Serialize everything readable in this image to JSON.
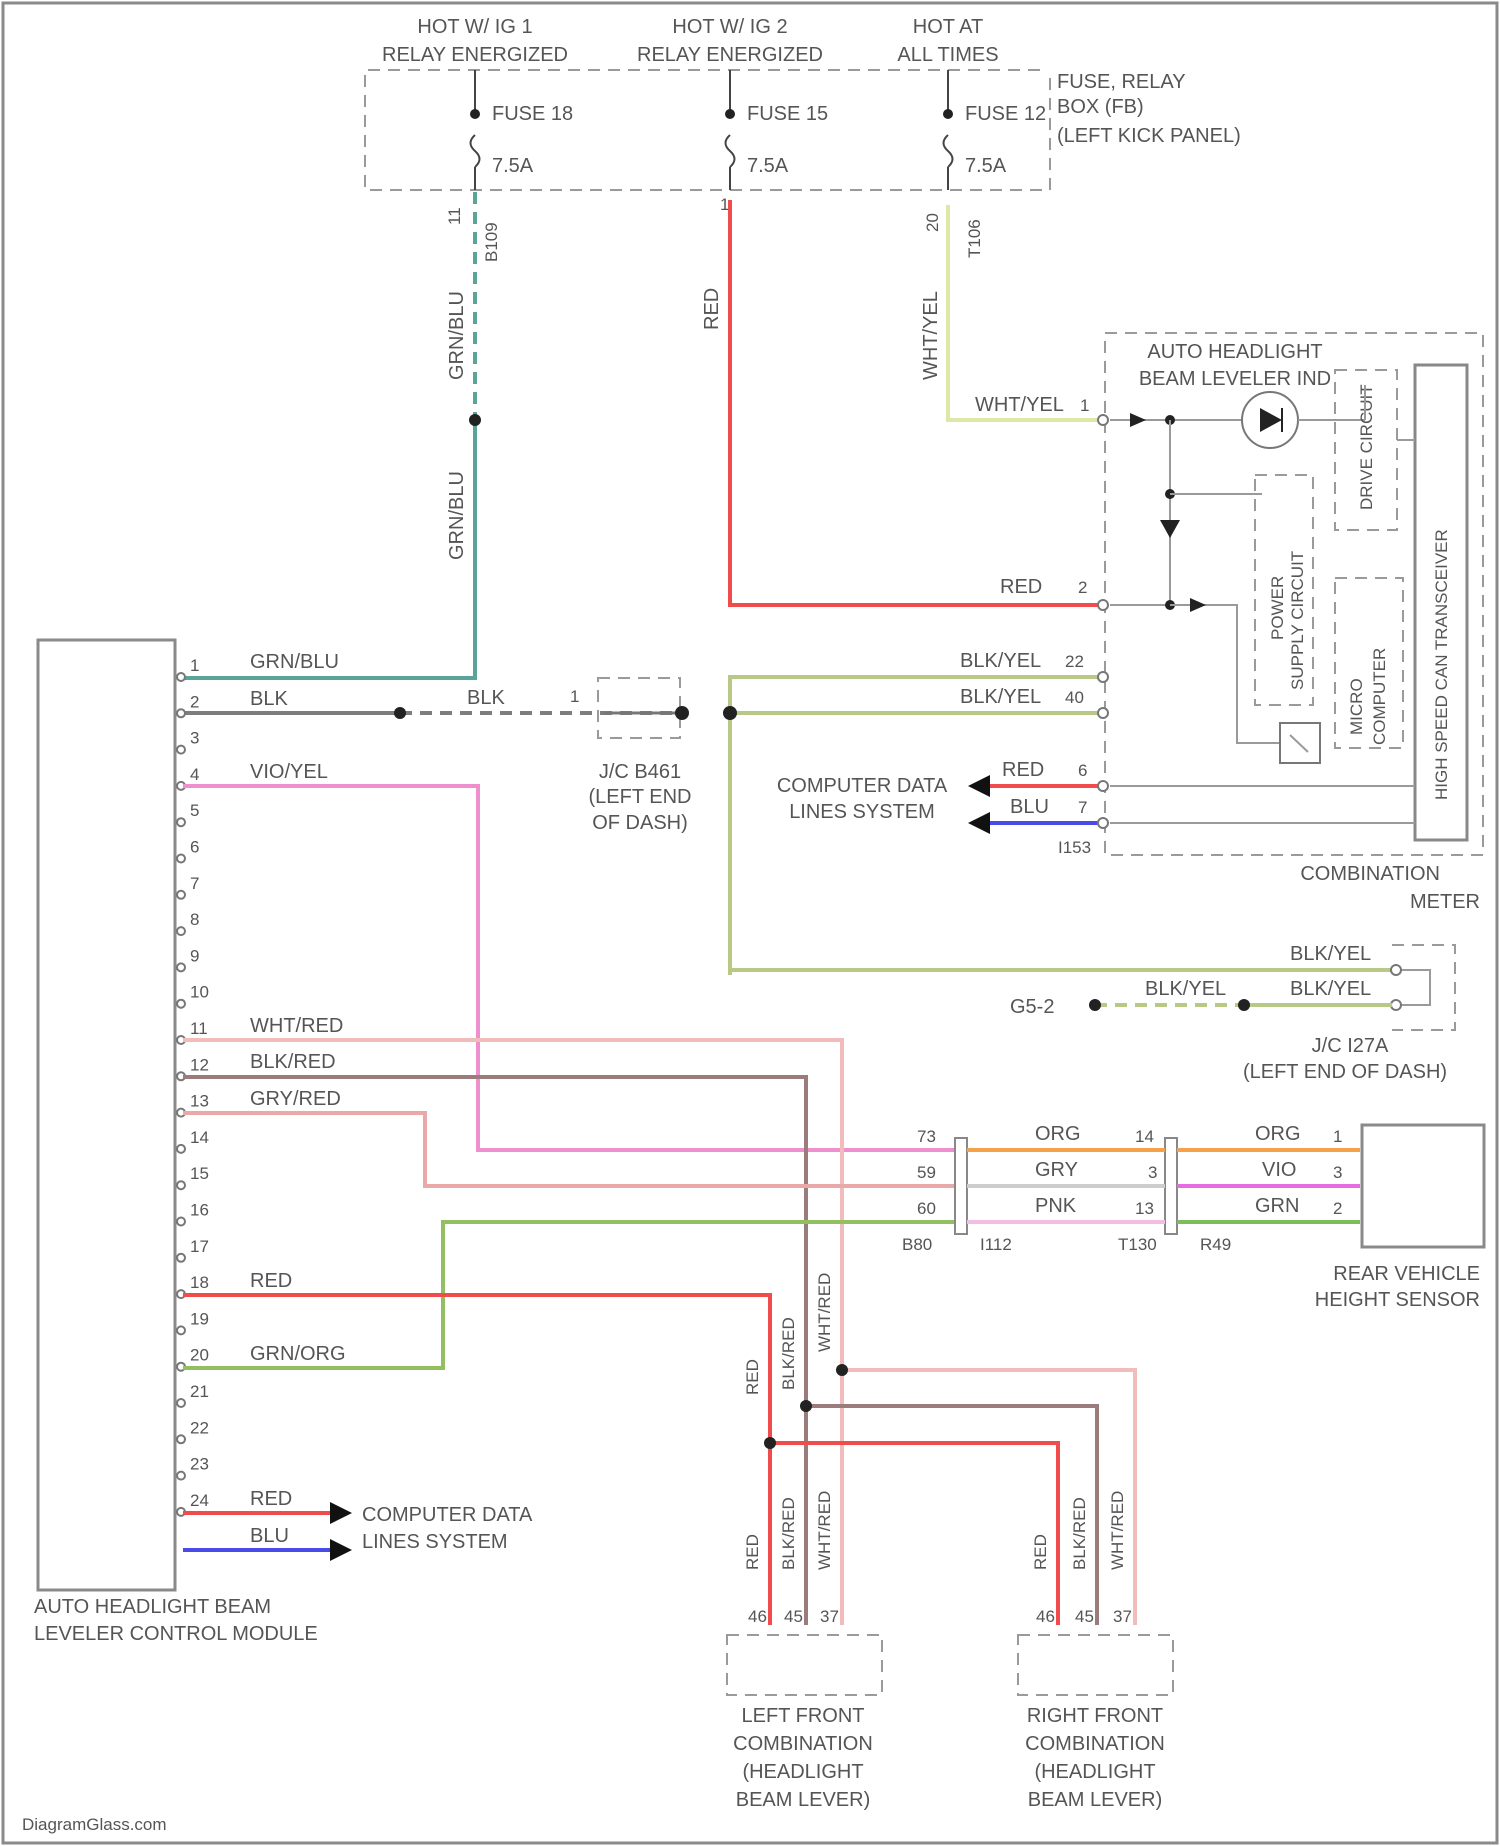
{
  "power": {
    "hot1_line1": "HOT W/ IG 1",
    "hot1_line2": "RELAY ENERGIZED",
    "hot2_line1": "HOT W/ IG 2",
    "hot2_line2": "RELAY ENERGIZED",
    "hot3_line1": "HOT AT",
    "hot3_line2": "ALL TIMES"
  },
  "fuse_box": {
    "line1": "FUSE, RELAY",
    "line2": "BOX (FB)",
    "line3": "(LEFT KICK PANEL)",
    "fuse_a": "FUSE 18",
    "fuse_a_rating": "7.5A",
    "fuse_b": "FUSE 15",
    "fuse_b_rating": "7.5A",
    "fuse_c": "FUSE 12",
    "fuse_c_rating": "7.5A"
  },
  "module": {
    "name_line1": "AUTO HEADLIGHT BEAM",
    "name_line2": "LEVELER CONTROL MODULE",
    "pins": [
      "1",
      "2",
      "3",
      "4",
      "5",
      "6",
      "7",
      "8",
      "9",
      "10",
      "11",
      "12",
      "13",
      "14",
      "15",
      "16",
      "17",
      "18",
      "19",
      "20",
      "21",
      "22",
      "23",
      "24"
    ],
    "pin_wires": {
      "p1": "GRN/BLU",
      "p2": "BLK",
      "p3": "VIO/YEL",
      "p10": "WHT/RED",
      "p11": "BLK/RED",
      "p12": "GRY/RED",
      "p17": "RED",
      "p19": "GRN/ORG",
      "p23": "RED",
      "p24": "BLU"
    },
    "data_lines_line1": "COMPUTER DATA",
    "data_lines_line2": "LINES SYSTEM"
  },
  "wires": {
    "grn_blu": "GRN/BLU",
    "red": "RED",
    "wht_yel": "WHT/YEL",
    "blk": "BLK",
    "blk_yel": "BLK/YEL",
    "blu": "BLU",
    "org": "ORG",
    "gry": "GRY",
    "pnk": "PNK",
    "vio": "VIO",
    "grn": "GRN",
    "blk_red": "BLK/RED",
    "wht_red": "WHT/RED"
  },
  "connectors": {
    "fb_a_pin": "11",
    "fb_a": "B109",
    "fb_b_pin": "1",
    "fb_c_pin": "20",
    "fb_c": "T106",
    "meter_p1": "1",
    "meter_p2": "2",
    "meter_p22": "22",
    "meter_p40": "40",
    "meter_p6": "6",
    "meter_p7": "7",
    "meter_conn": "I153",
    "jc_b461_pin": "1",
    "mid_p73": "73",
    "mid_p59": "59",
    "mid_p60": "60",
    "mid_conn_a": "B80",
    "mid_conn_b": "I112",
    "mid2_p14": "14",
    "mid2_p3": "3",
    "mid2_p13": "13",
    "mid2_conn_a": "T130",
    "mid2_conn_b": "R49",
    "sensor_p1": "1",
    "sensor_p3": "3",
    "sensor_p2": "2",
    "lamp_left_a": "46",
    "lamp_left_b": "45",
    "lamp_left_c": "37",
    "lamp_right_a": "46",
    "lamp_right_b": "45",
    "lamp_right_c": "37"
  },
  "meter": {
    "name_line1": "COMBINATION",
    "name_line2": "METER",
    "indicator_line1": "AUTO HEADLIGHT",
    "indicator_line2": "BEAM LEVELER IND",
    "drive_circuit": "DRIVE CIRCUIT",
    "power_supply_line1": "POWER",
    "power_supply_line2": "SUPPLY CIRCUIT",
    "micro_line1": "MICRO",
    "micro_line2": "COMPUTER",
    "transceiver": "HIGH SPEED CAN TRANSCEIVER",
    "data_lines_line1": "COMPUTER DATA",
    "data_lines_line2": "LINES SYSTEM"
  },
  "jc_b461": {
    "line1": "J/C B461",
    "line2": "(LEFT END",
    "line3": "OF DASH)"
  },
  "jc_i27a": {
    "line1": "J/C I27A",
    "line2": "(LEFT END OF DASH)",
    "ground_ref": "G5-2"
  },
  "sensor": {
    "line1": "REAR VEHICLE",
    "line2": "HEIGHT SENSOR"
  },
  "left_lamp": {
    "line1": "LEFT FRONT",
    "line2": "COMBINATION",
    "line3": "(HEADLIGHT",
    "line4": "BEAM LEVER)"
  },
  "right_lamp": {
    "line1": "RIGHT FRONT",
    "line2": "COMBINATION",
    "line3": "(HEADLIGHT",
    "line4": "BEAM LEVER)"
  },
  "watermark": "DiagramGlass.com",
  "colors": {
    "grn_blu": "#5aa59a",
    "blk": "#7d7d7d",
    "vio_yel": "#ee8fcf",
    "wht_red": "#f2bcbc",
    "blk_red": "#9b7b7b",
    "gry_red": "#e9a9a9",
    "red": "#f04c4c",
    "grn_org": "#92c061",
    "blu": "#4a4ae8",
    "wht_yel": "#dbe8a6",
    "blk_yel": "#b8c985",
    "org": "#f5a24a",
    "gry": "#cdcdcd",
    "pnk": "#f4bde4",
    "vio": "#e66de0",
    "grn": "#7cbf58"
  }
}
